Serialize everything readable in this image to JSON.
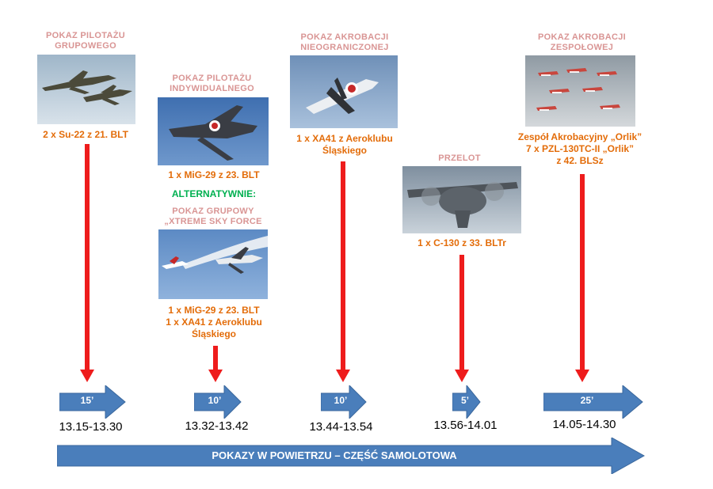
{
  "segments": [
    {
      "title": "POKAZ PILOTAŻU\nGRUPOWEGO",
      "image": "su-22-pair-photo",
      "caption": "2 x Su-22 z 21. BLT",
      "duration": "15’",
      "time": "13.15-13.30"
    },
    {
      "title": "POKAZ PILOTAŻU\nINDYWIDUALNEGO",
      "image": "mig-29-photo",
      "caption": "1 x MiG-29 z 23. BLT",
      "duration": "10’",
      "time": "13.32-13.42",
      "alternative": {
        "label": "ALTERNATYWNIE:",
        "title": "POKAZ GRUPOWY\n„XTREME SKY FORCE",
        "image": "mig-29-xa41-formation-photo",
        "caption": "1 x MiG-29 z 23. BLT\n1 x XA41 z Aeroklubu\nŚląskiego"
      }
    },
    {
      "title": "POKAZ AKROBACJI\nNIEOGRANICZONEJ",
      "image": "xa41-aerobatic-photo",
      "caption": "1 x XA41 z Aeroklubu\nŚląskiego",
      "duration": "10’",
      "time": "13.44-13.54"
    },
    {
      "title": "PRZELOT",
      "image": "c-130-photo",
      "caption": "1 x C-130 z 33. BLTr",
      "duration": "5’",
      "time": "13.56-14.01"
    },
    {
      "title": "POKAZ AKROBACJI\nZESPOŁOWEJ",
      "image": "orlik-team-photo",
      "caption": "Zespół Akrobacyjny „Orlik”\n7 x PZL-130TC-II „Orlik”\nz 42. BLSz",
      "duration": "25’",
      "time": "14.05-14.30"
    }
  ],
  "main_arrow_label": "POKAZY W POWIETRZU – CZĘŚĆ SAMOLOTOWA",
  "colors": {
    "title": "#d99594",
    "caption": "#e36c09",
    "alt": "#00b050",
    "connector": "#ee1c1c",
    "arrow": "#4a7ebb"
  }
}
